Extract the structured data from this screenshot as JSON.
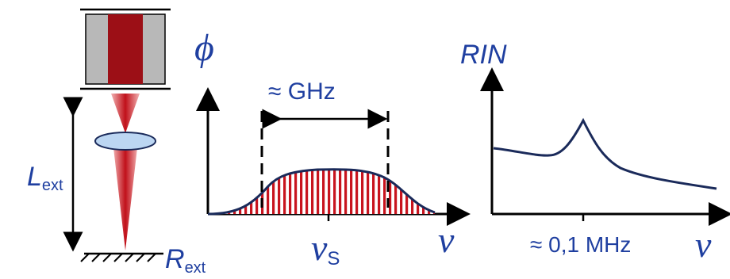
{
  "colors": {
    "text_blue": "#1f3fa0",
    "line_navy": "#1a2a5a",
    "laser_red": "#b0101a",
    "housing_gray": "#b8b8b8",
    "lens_fill": "#bcd6f2",
    "hatch_red": "#c8141e"
  },
  "setup": {
    "cavity_length_label": "L",
    "cavity_length_subscript": "ext",
    "mirror_label": "R",
    "mirror_subscript": "ext"
  },
  "spectrum": {
    "y_label": "ϕ",
    "x_label": "ν",
    "center_label": "ν",
    "center_subscript": "S",
    "bandwidth_label": "≈ GHz"
  },
  "rin": {
    "y_label": "RIN",
    "x_label": "ν",
    "peak_label": "≈ 0,1 MHz"
  }
}
